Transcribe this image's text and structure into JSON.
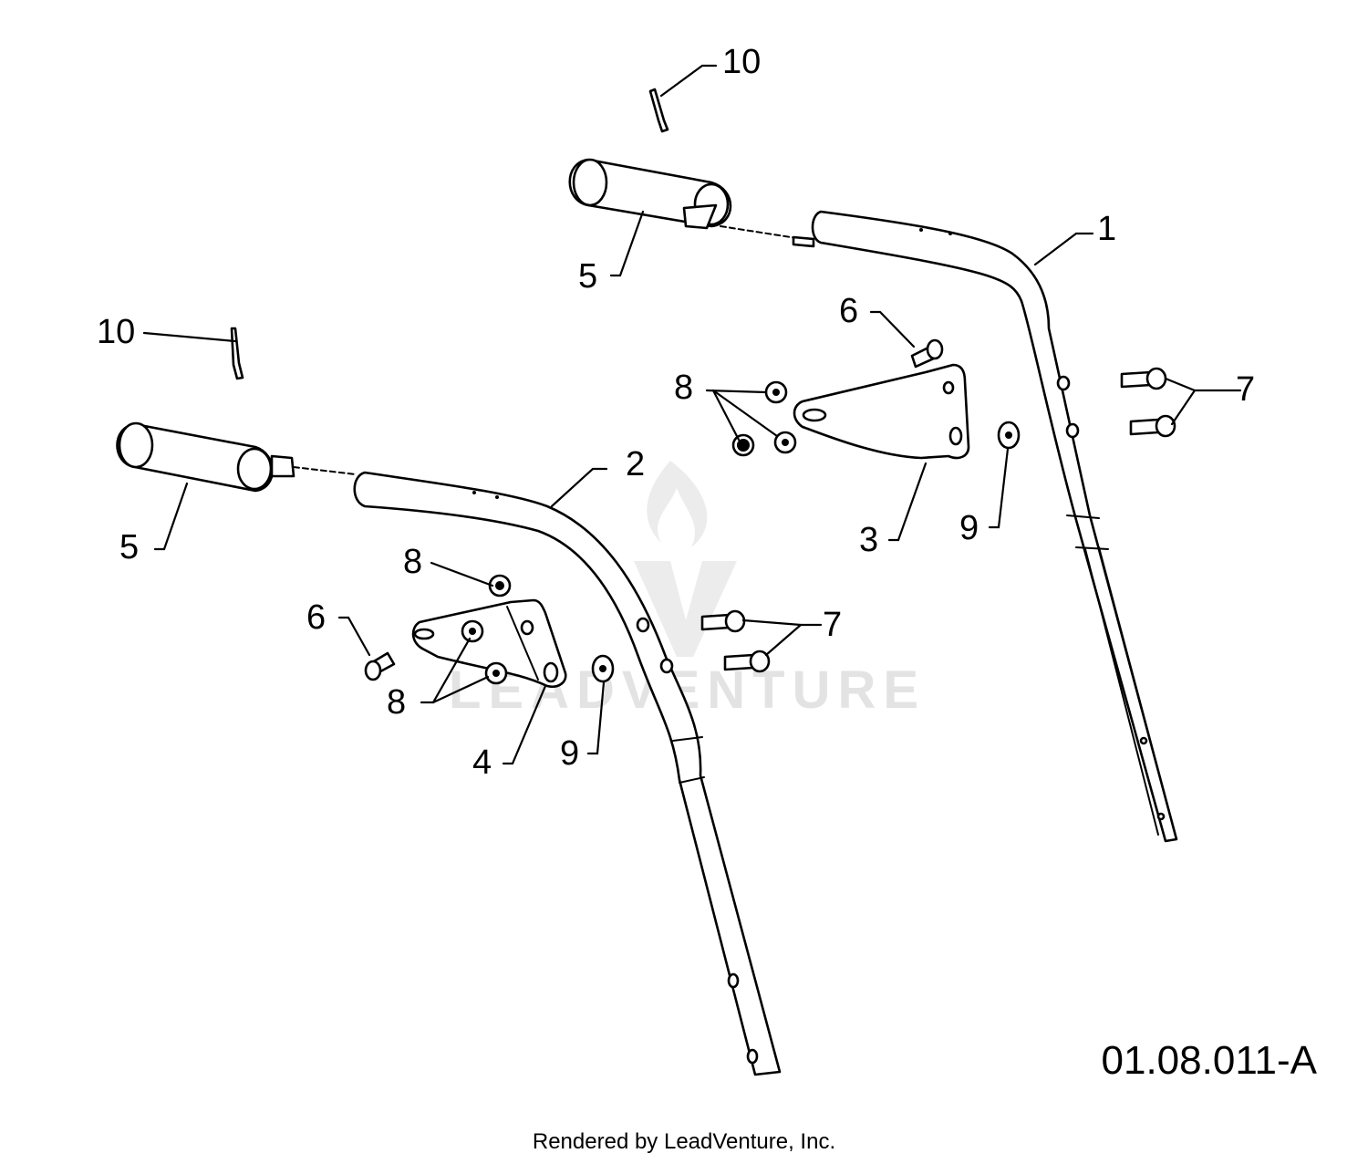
{
  "diagram": {
    "callouts": {
      "c1": "1",
      "c2": "2",
      "c3": "3",
      "c4": "4",
      "c5a": "5",
      "c5b": "5",
      "c6a": "6",
      "c6b": "6",
      "c7a": "7",
      "c7b": "7",
      "c8a": "8",
      "c8b": "8",
      "c8c": "8",
      "c9a": "9",
      "c9b": "9",
      "c10a": "10",
      "c10b": "10"
    },
    "watermark": "LEADVENTURE",
    "figure_code": "01.08.011-A",
    "footer": "Rendered by LeadVenture, Inc."
  }
}
